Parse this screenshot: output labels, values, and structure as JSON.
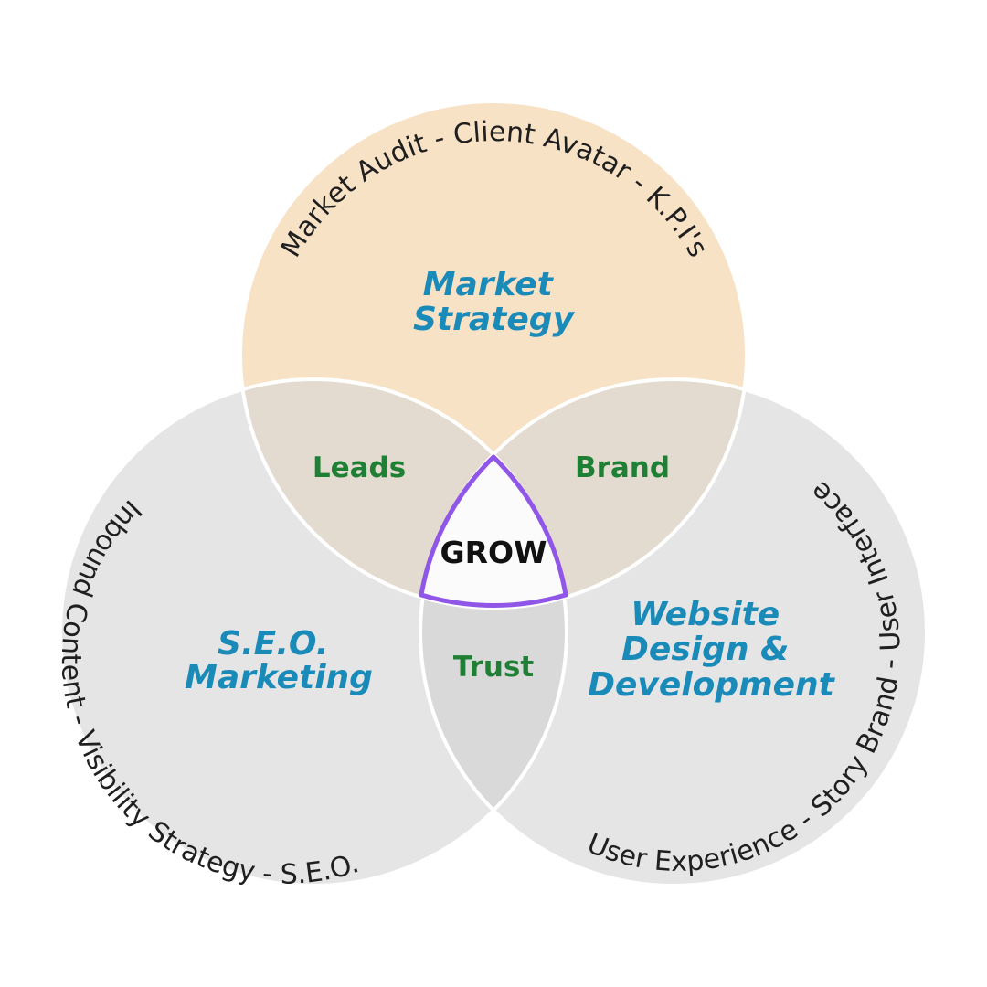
{
  "colors": {
    "top_fill": "#f8e2c6",
    "side_fill": "#e5e5e5",
    "pair_top_fill": "#e3dbd0",
    "pair_bottom_fill": "#d9d9d9",
    "center_fill": "#fbfbfb",
    "center_stroke": "#8f56e8",
    "title_color": "#1a8ab8",
    "overlap_color": "#1f8035",
    "outline_color": "#ffffff",
    "arc_text_color": "#1f1f1f",
    "center_text_color": "#111111"
  },
  "circles": {
    "top": {
      "title_line1": "Market",
      "title_line2": "Strategy",
      "arc_text": "Market Audit -  Client Avatar  -  K.P.I's"
    },
    "left": {
      "title_line1": "S.E.O.",
      "title_line2": "Marketing",
      "arc_text": "Inbound Content  -  Visibility Strategy  -  S.E.O."
    },
    "right": {
      "title_line1": "Website",
      "title_line2": "Design &",
      "title_line3": "Development",
      "arc_text": "User Experience  -  Story Brand  -  User Interface"
    }
  },
  "overlaps": {
    "top_left": "Leads",
    "top_right": "Brand",
    "bottom": "Trust",
    "center": "GROW"
  }
}
